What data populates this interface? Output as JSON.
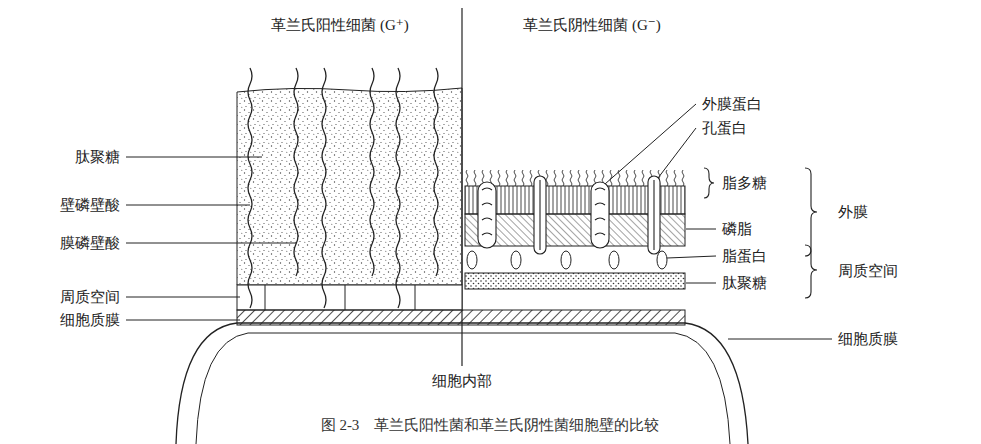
{
  "diagram": {
    "caption": "图 2-3　革兰氏阳性菌和革兰氏阴性菌细胞壁的比较",
    "labels": [
      "革兰氏阳性细菌 (G⁺)",
      "革兰氏阴性细菌 (G⁻)",
      "肽聚糖",
      "壁磷壁酸",
      "膜磷壁酸",
      "周质空间",
      "细胞质膜",
      "外膜蛋白",
      "孔蛋白",
      "脂多糖",
      "磷脂",
      "脂蛋白",
      "肽聚糖",
      "外膜",
      "周质空间",
      "细胞质膜",
      "细胞内部"
    ]
  }
}
